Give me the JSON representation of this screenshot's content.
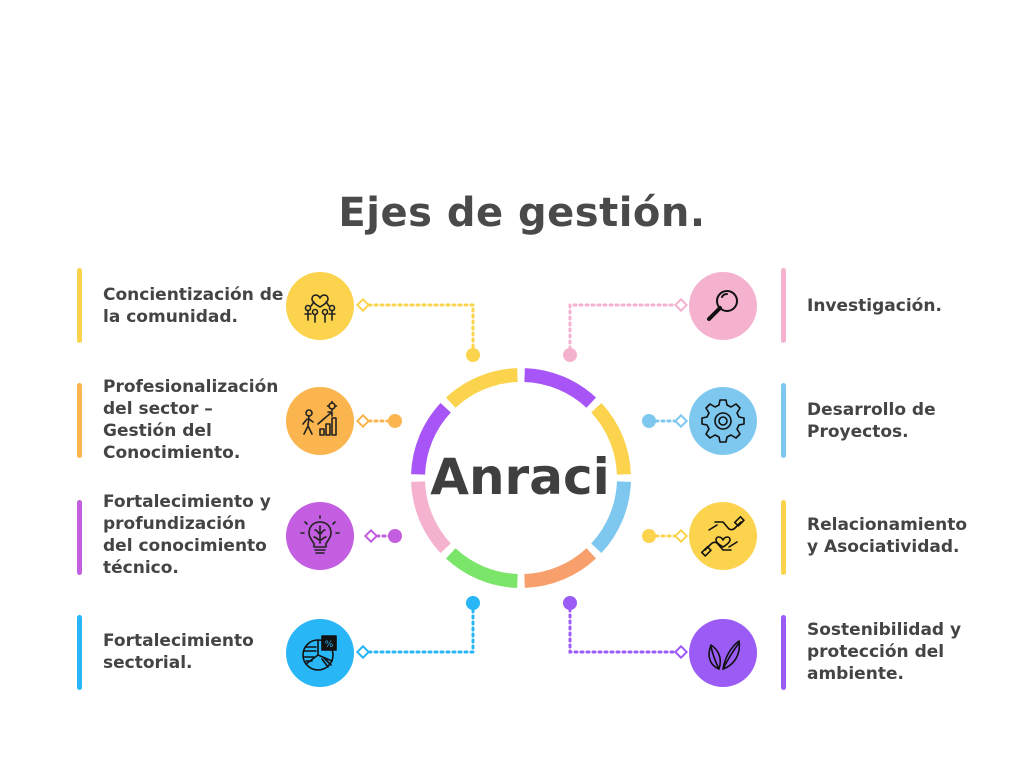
{
  "title": "Ejes de gestión.",
  "center": {
    "label": "Anraci"
  },
  "colors": {
    "yellow": "#fbd34d",
    "orange": "#fbb54e",
    "purple": "#c35ee0",
    "blue": "#29b6f6",
    "pink": "#f4b2cf",
    "lightblue": "#7ec8f0",
    "violet": "#9b5cf6",
    "green": "#7be56a",
    "salmon": "#f8a06c",
    "ring_violet": "#a855f7"
  },
  "axes": {
    "left": [
      {
        "label": "Concientización de\nla comunidad.",
        "icon": "community-heart-icon",
        "color": "#fbd34d"
      },
      {
        "label": "Profesionalización\ndel sector –\nGestión del\nConocimiento.",
        "icon": "growth-chart-icon",
        "color": "#fbb54e"
      },
      {
        "label": "Fortalecimiento y\nprofundización\ndel conocimiento\ntécnico.",
        "icon": "brain-lightbulb-icon",
        "color": "#c35ee0"
      },
      {
        "label": "Fortalecimiento\nsectorial.",
        "icon": "pie-chart-icon",
        "color": "#29b6f6"
      }
    ],
    "right": [
      {
        "label": "Investigación.",
        "icon": "magnifier-icon",
        "color": "#f4b2cf"
      },
      {
        "label": "Desarrollo de\nProyectos.",
        "icon": "gear-icon",
        "color": "#7ec8f0"
      },
      {
        "label": "Relacionamiento\ny Asociatividad.",
        "icon": "hands-heart-icon",
        "color": "#fbd34d"
      },
      {
        "label": "Sostenibilidad y\nprotección del\nambiente.",
        "icon": "leaves-icon",
        "color": "#9b5cf6"
      }
    ]
  }
}
